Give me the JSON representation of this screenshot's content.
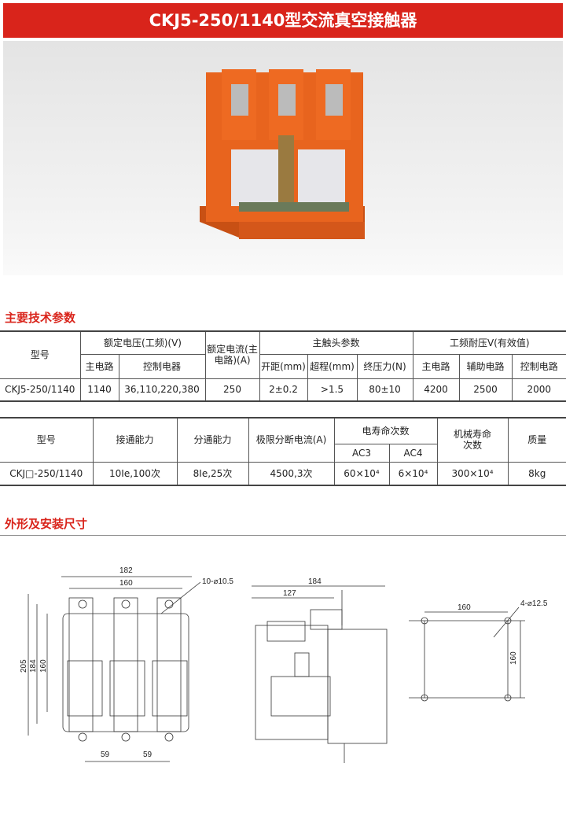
{
  "title": "CKJ5-250/1140型交流真空接触器",
  "section_params": "主要技术参数",
  "section_dims": "外形及安装尺寸",
  "table1": {
    "h_model": "型号",
    "h_rated_voltage": "额定电压(工频)(V)",
    "h_rated_current": "额定电流(主电路)(A)",
    "h_contact": "主触头参数",
    "h_withstand": "工频耐压V(有效值)",
    "h_main_circuit": "主电路",
    "h_control": "控制电器",
    "h_gap": "开距(mm)",
    "h_overtravel": "超程(mm)",
    "h_force": "终压力(N)",
    "h_w_main": "主电路",
    "h_w_aux": "辅助电路",
    "h_w_ctrl": "控制电路",
    "row": [
      "CKJ5-250/1140",
      "1140",
      "36,110,220,380",
      "250",
      "2±0.2",
      ">1.5",
      "80±10",
      "4200",
      "2500",
      "2000"
    ]
  },
  "table2": {
    "h_model": "型号",
    "h_make": "接通能力",
    "h_break": "分通能力",
    "h_limit": "极限分断电流(A)",
    "h_elec_life": "电寿命次数",
    "h_ac3": "AC3",
    "h_ac4": "AC4",
    "h_mech_life": "机械寿命次数",
    "h_mass": "质量",
    "row": [
      "CKJ□-250/1140",
      "10Ie,100次",
      "8Ie,25次",
      "4500,3次",
      "60×10⁴",
      "6×10⁴",
      "300×10⁴",
      "8kg"
    ]
  },
  "dims": {
    "d182": "182",
    "d160": "160",
    "holes_front": "10-⌀10.5",
    "d205": "205",
    "d184": "184",
    "d160v": "160",
    "d59a": "59",
    "d59b": "59",
    "side184": "184",
    "side127": "127",
    "mount160h": "160",
    "mount_holes": "4-⌀12.5",
    "mount160v": "160"
  },
  "colors": {
    "accent": "#d9241b",
    "product": "#e8641e"
  }
}
